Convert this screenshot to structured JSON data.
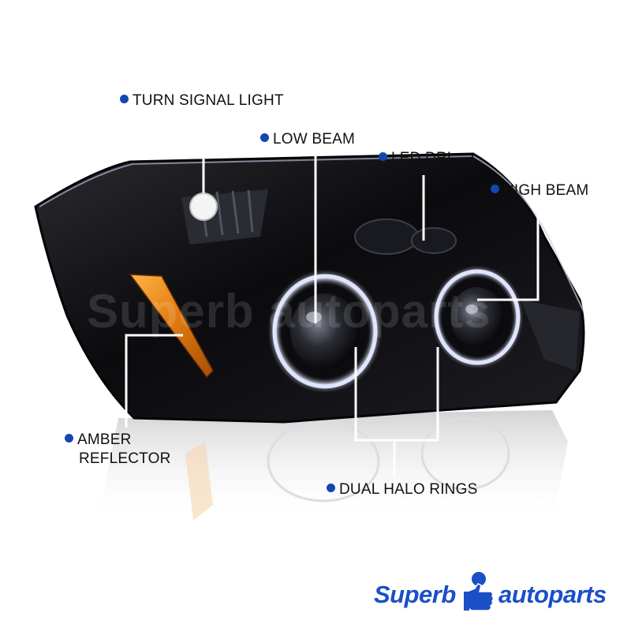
{
  "colors": {
    "dot": "#1246b0",
    "brand": "#1a4fc8",
    "amber": "#e8861a",
    "lens_black": "#0d0d10",
    "callout_line": "#ffffff"
  },
  "callouts": {
    "turn_signal": "TURN SIGNAL LIGHT",
    "low_beam": "LOW BEAM",
    "led_drl": "LED DRL",
    "high_beam": "HIGH BEAM",
    "amber_reflector_1": "AMBER",
    "amber_reflector_2": "REFLECTOR",
    "dual_halo": "DUAL HALO RINGS"
  },
  "watermark": "Superb autoparts",
  "brand": {
    "word1": "Superb",
    "word2": "autoparts",
    "mascot": "thumbs-up-icon"
  }
}
